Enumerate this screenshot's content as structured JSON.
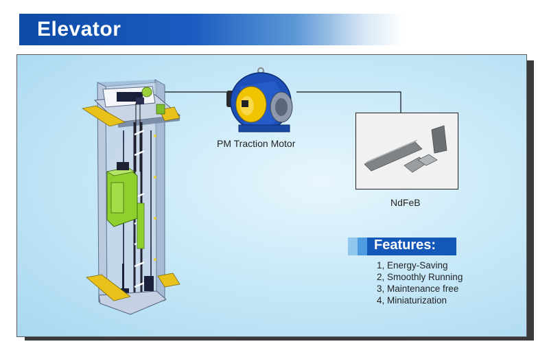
{
  "header": {
    "title": "Elevator"
  },
  "labels": {
    "motor": "PM Traction Motor",
    "magnet": "NdFeB"
  },
  "features": {
    "title": "Features:",
    "items": [
      "1, Energy-Saving",
      "2, Smoothly Running",
      "3, Maintenance free",
      "4, Miniaturization"
    ]
  },
  "colors": {
    "title_blue": "#0e4aa6",
    "motor_blue": "#1c4fb8",
    "motor_yellow": "#f2c400",
    "car_green": "#8fd02e",
    "landing_yellow": "#e8c21a"
  }
}
